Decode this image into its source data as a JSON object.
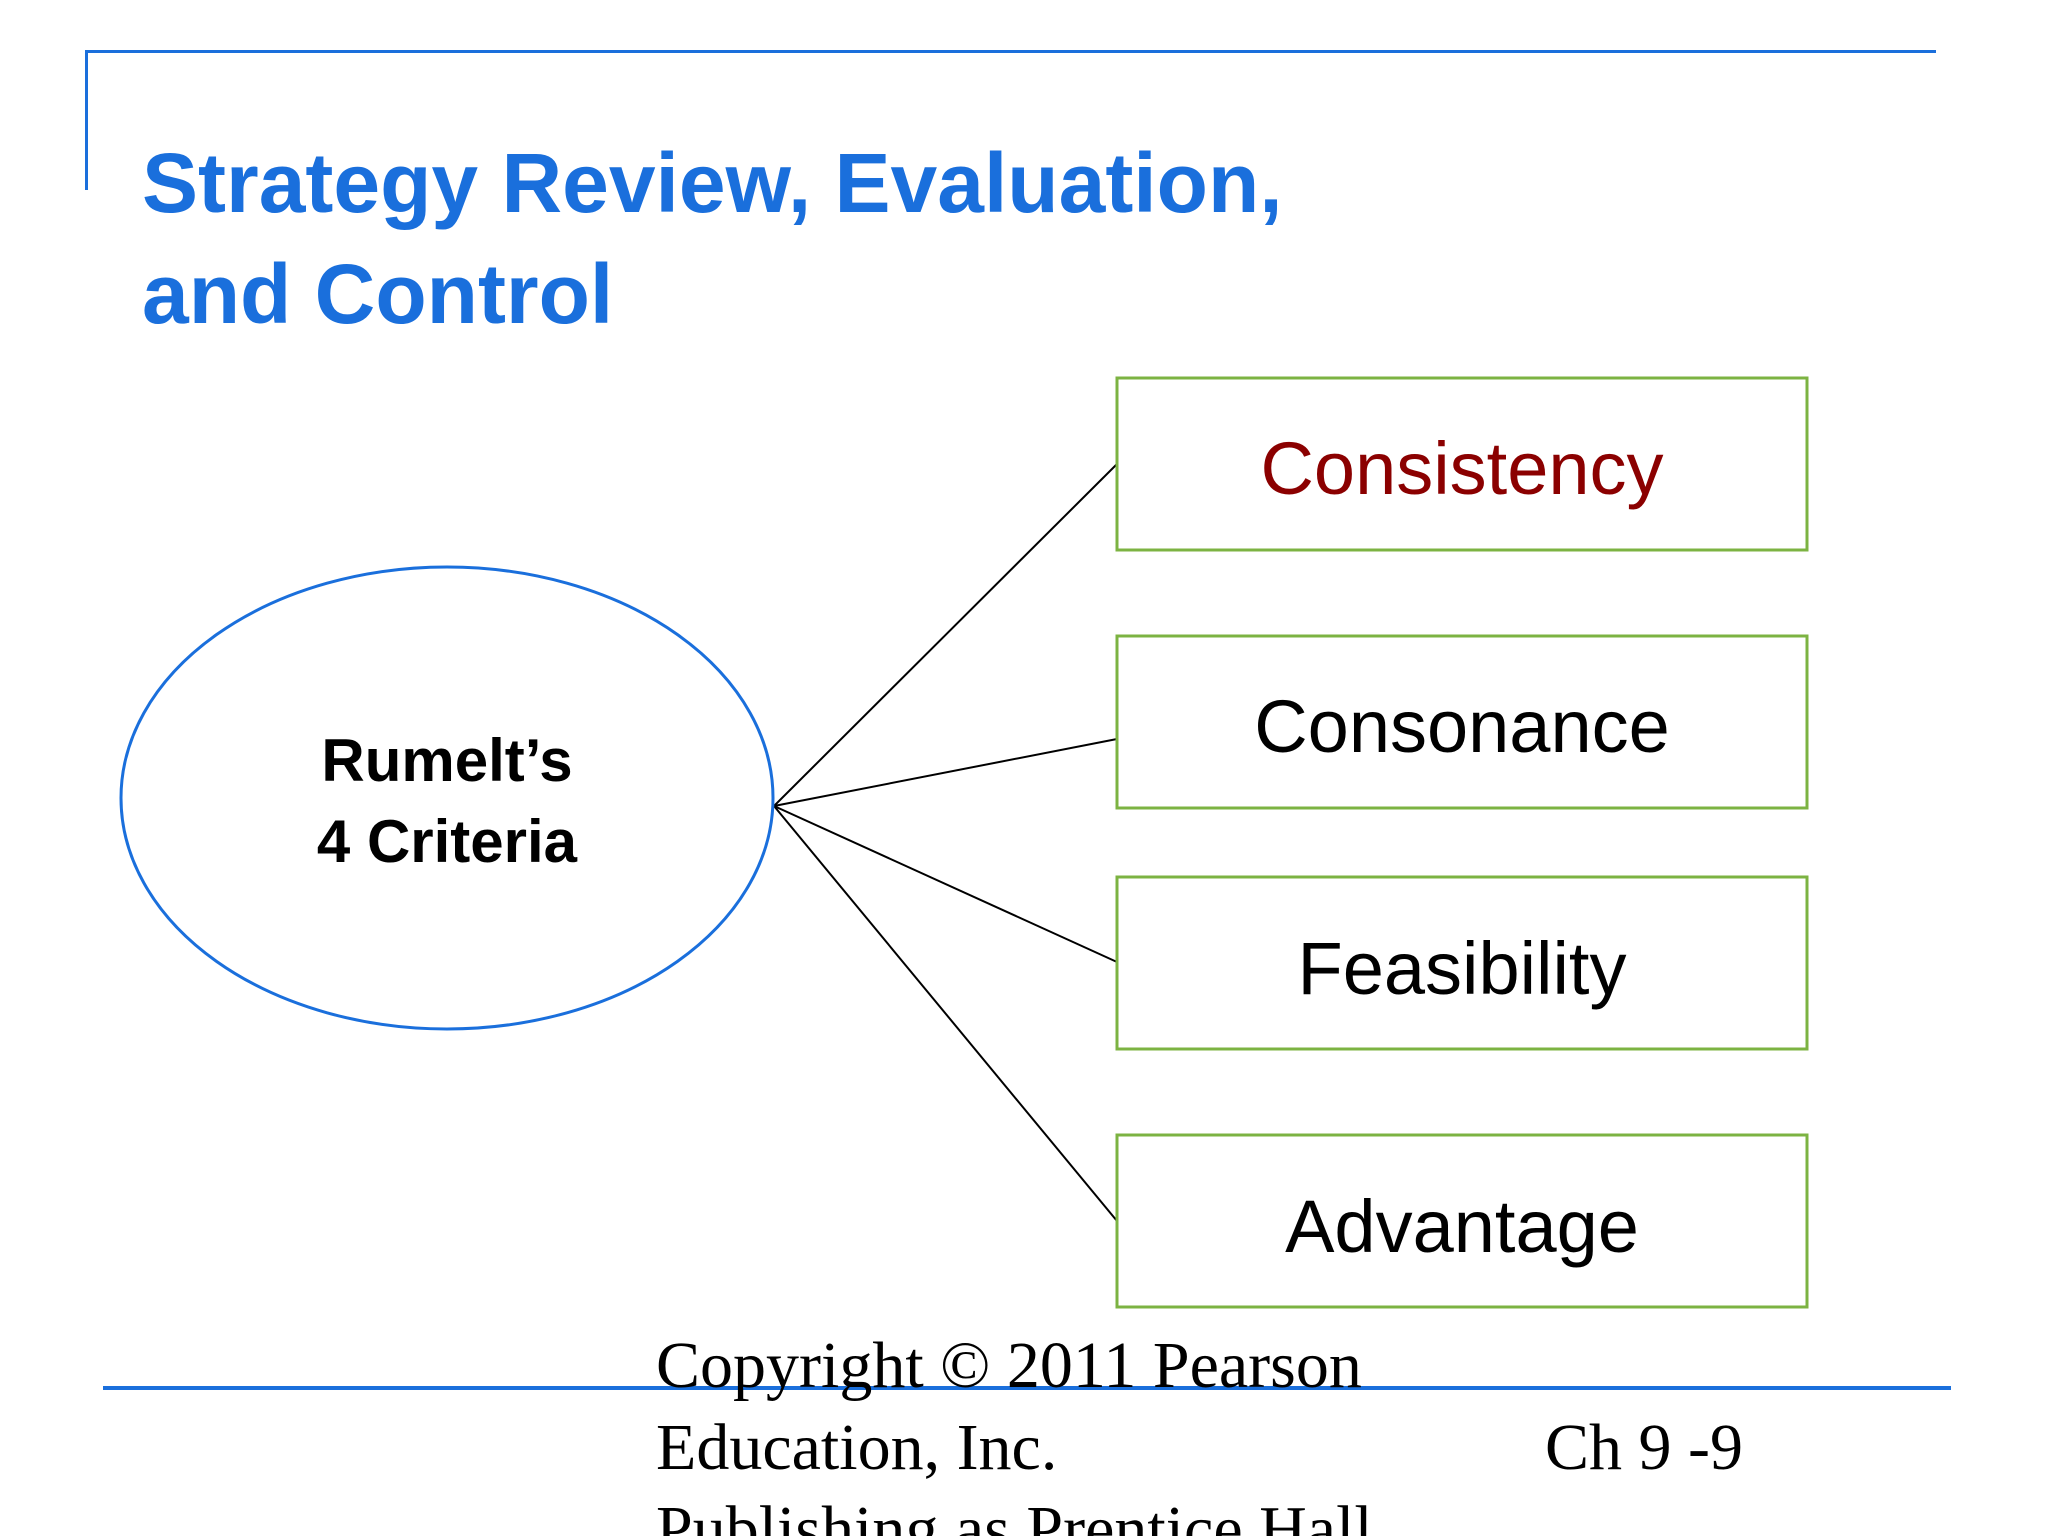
{
  "slide": {
    "title_lines": [
      "Strategy Review, Evaluation,",
      "and Control"
    ],
    "accent_color": "#1a6fdc"
  },
  "diagram": {
    "center": {
      "lines": [
        "Rumelt’s",
        "4 Criteria"
      ]
    },
    "criteria": [
      {
        "label": "Consistency",
        "color": "#8b0000"
      },
      {
        "label": "Consonance",
        "color": "#000000"
      },
      {
        "label": "Feasibility",
        "color": "#000000"
      },
      {
        "label": "Advantage",
        "color": "#000000"
      }
    ],
    "box_border_color": "#7cb342",
    "ellipse_border_color": "#1a6fdc"
  },
  "footer": {
    "copyright_lines": [
      "Copyright © 2011 Pearson",
      "Education, Inc.",
      "Publishing as Prentice Hall"
    ],
    "slide_number": "Ch 9 -9"
  }
}
